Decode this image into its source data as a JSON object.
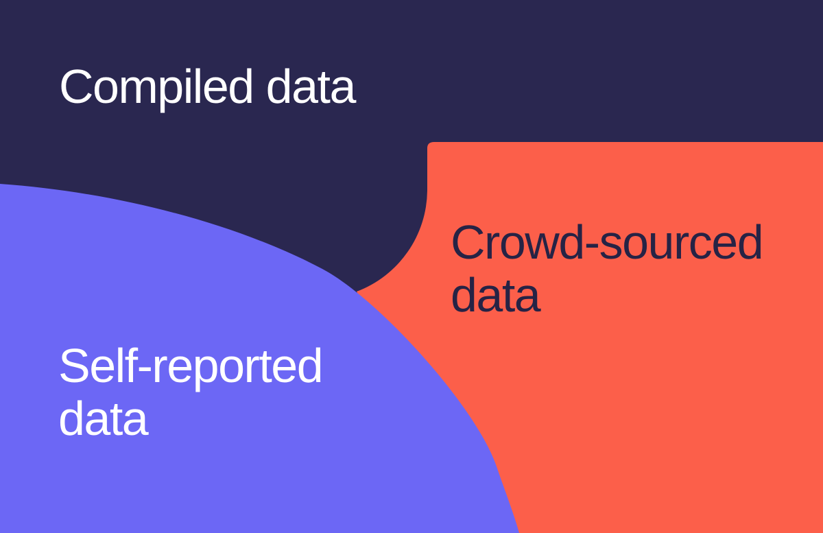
{
  "graphic": {
    "description": "Three-region decorative diagram of data source types",
    "regions": {
      "compiled": {
        "label": "Compiled data",
        "fill": "#2A2750",
        "label_color": "#FFFFFF"
      },
      "crowd_sourced": {
        "label": "Crowd-sourced data",
        "fill": "#FC5F4A",
        "label_color": "#262345"
      },
      "self_reported": {
        "label": "Self-reported data",
        "fill": "#6C67F5",
        "label_color": "#FFFFFF"
      }
    }
  }
}
